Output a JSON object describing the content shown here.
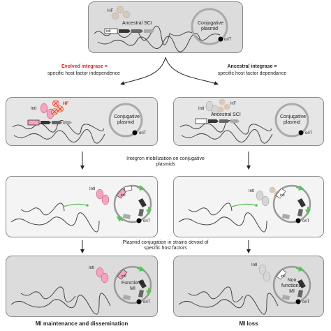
{
  "top": {
    "hf": "HF",
    "intI": "intI",
    "sci": "Ancestral SCI",
    "plasmid": "Conjugative plasmid",
    "oriT": "oriT"
  },
  "left_branch": {
    "title": "Evolved integrase =",
    "subtitle": "specific host factor independence"
  },
  "right_branch": {
    "title": "Ancestral integrase =",
    "subtitle": "specific host factor dependance"
  },
  "row2_left": {
    "IntI": "IntI",
    "HF": "HF",
    "plasmid": "Conjugative plasmid",
    "oriT": "oriT"
  },
  "row2_right": {
    "IntI": "IntI",
    "HF": "HF",
    "sci": "Ancestral SCI",
    "plasmid": "Conjugative plasmid",
    "oriT": "oriT"
  },
  "step1": "Integron mobilization on conjugative plasmids",
  "row3_left": {
    "IntI": "IntI",
    "oriT": "oriT",
    "intI": "intI"
  },
  "row3_right": {
    "IntI": "IntI",
    "oriT": "oriT",
    "intI": "intI"
  },
  "step2": "Plasmid conjugation in strains devoid of specific host factors",
  "row4_left": {
    "IntI": "IntI",
    "mi": "Functional MI",
    "oriT": "oriT",
    "intI": "intI"
  },
  "row4_right": {
    "IntI": "IntI",
    "mi": "Non functional MI",
    "oriT": "oriT",
    "intI": "intI"
  },
  "outcome_left": "MI maintenance and dissemination",
  "outcome_right": "MI loss",
  "colors": {
    "pink": "#f4a3c0",
    "red": "#e02020",
    "tan": "#d9c7b8",
    "green": "#5cc15c",
    "dark": "#333333"
  }
}
